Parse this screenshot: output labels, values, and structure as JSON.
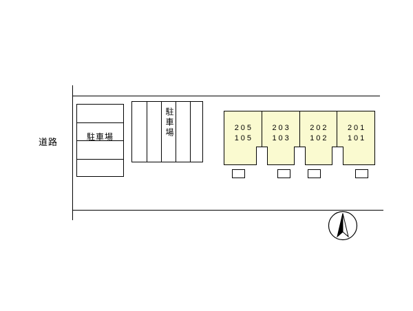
{
  "canvas": {
    "background": "#ffffff",
    "line_color": "#000000"
  },
  "road": {
    "label": "道路"
  },
  "parking_lots": [
    {
      "label": "駐車場",
      "orientation": "horizontal",
      "stalls": 4
    },
    {
      "label": "駐車場",
      "orientation": "vertical",
      "stalls": 5
    }
  ],
  "building": {
    "fill_color": "#fafad0",
    "units": [
      {
        "line1": "205",
        "line2": "105"
      },
      {
        "line1": "203",
        "line2": "103"
      },
      {
        "line1": "202",
        "line2": "102"
      },
      {
        "line1": "201",
        "line2": "101"
      }
    ]
  },
  "compass": {
    "type": "north-arrow"
  }
}
